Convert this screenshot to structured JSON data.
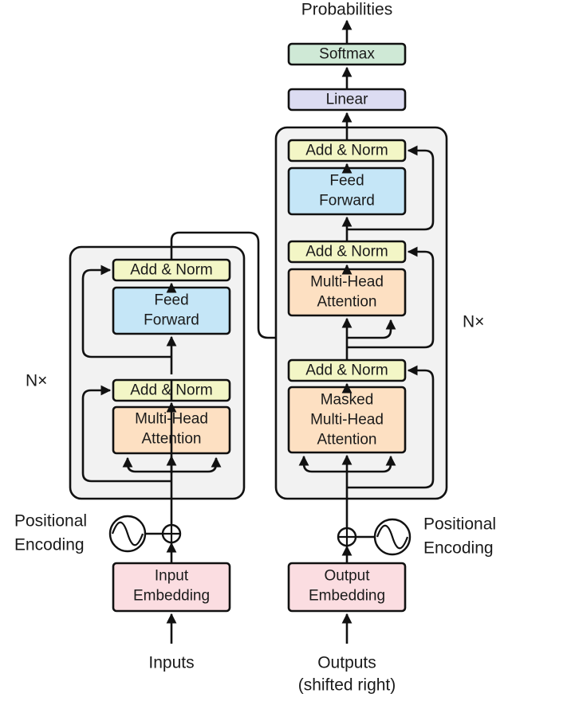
{
  "colors": {
    "stack_bg": "#f2f2f2",
    "add_norm": "#f3f6c6",
    "feed_forward": "#c5e6f7",
    "attention": "#fde0c2",
    "embedding": "#fbdde1",
    "linear": "#dcdcf2",
    "softmax": "#cfe9d6"
  },
  "encoder": {
    "repeat_label": "N×",
    "add_norm_top": "Add & Norm",
    "feed_forward": [
      "Feed",
      "Forward"
    ],
    "add_norm_bottom": "Add & Norm",
    "attention": [
      "Multi-Head",
      "Attention"
    ],
    "positional_encoding": [
      "Positional",
      "Encoding"
    ],
    "embedding": [
      "Input",
      "Embedding"
    ],
    "input_label": "Inputs"
  },
  "decoder": {
    "repeat_label": "N×",
    "add_norm_top": "Add & Norm",
    "feed_forward": [
      "Feed",
      "Forward"
    ],
    "add_norm_middle": "Add & Norm",
    "cross_attention": [
      "Multi-Head",
      "Attention"
    ],
    "add_norm_bottom": "Add & Norm",
    "masked_attention": [
      "Masked",
      "Multi-Head",
      "Attention"
    ],
    "positional_encoding": [
      "Positional",
      "Encoding"
    ],
    "embedding": [
      "Output",
      "Embedding"
    ],
    "input_label": [
      "Outputs",
      "(shifted right)"
    ]
  },
  "head": {
    "linear": "Linear",
    "softmax": "Softmax",
    "output_label": "Probabilities"
  },
  "icons": {
    "add": "plus-circle-icon",
    "positional": "sine-wave-icon"
  }
}
